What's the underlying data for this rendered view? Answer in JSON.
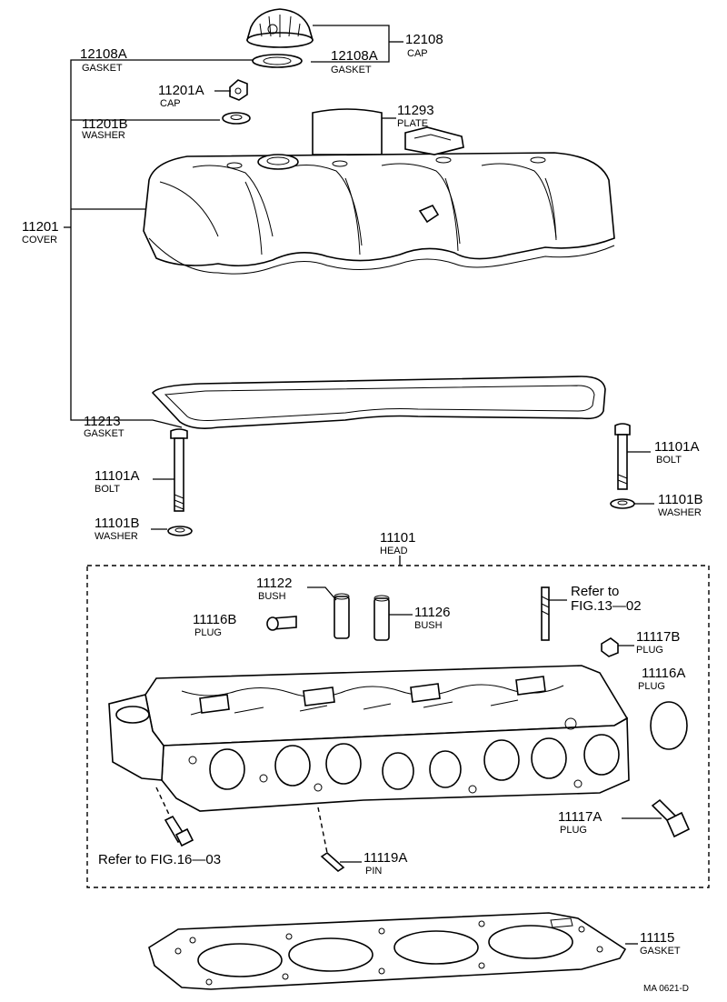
{
  "callouts": {
    "c12108": {
      "number": "12108",
      "label": "CAP"
    },
    "c12108a_left": {
      "number": "12108A",
      "label": "GASKET"
    },
    "c12108a_right": {
      "number": "12108A",
      "label": "GASKET"
    },
    "c11201a": {
      "number": "11201A",
      "label": "CAP"
    },
    "c11201b": {
      "number": "11201B",
      "label": "WASHER"
    },
    "c11293": {
      "number": "11293",
      "label": "PLATE"
    },
    "c11201": {
      "number": "11201",
      "label": "COVER"
    },
    "c11213": {
      "number": "11213",
      "label": "GASKET"
    },
    "c11101a_left": {
      "number": "11101A",
      "label": "BOLT"
    },
    "c11101a_right": {
      "number": "11101A",
      "label": "BOLT"
    },
    "c11101b_left": {
      "number": "11101B",
      "label": "WASHER"
    },
    "c11101b_right": {
      "number": "11101B",
      "label": "WASHER"
    },
    "c11101": {
      "number": "11101",
      "label": "HEAD"
    },
    "c11122": {
      "number": "11122",
      "label": "BUSH"
    },
    "c11126": {
      "number": "11126",
      "label": "BUSH"
    },
    "c11116b": {
      "number": "11116B",
      "label": "PLUG"
    },
    "c11117b": {
      "number": "11117B",
      "label": "PLUG"
    },
    "c11116a": {
      "number": "11116A",
      "label": "PLUG"
    },
    "c11117a": {
      "number": "11117A",
      "label": "PLUG"
    },
    "c11119a": {
      "number": "11119A",
      "label": "PIN"
    },
    "c11115": {
      "number": "11115",
      "label": "GASKET"
    }
  },
  "references": {
    "fig13": {
      "line1": "Refer to",
      "line2": "FIG.13—02"
    },
    "fig16": {
      "text": "Refer to FIG.16—03"
    }
  },
  "footer": {
    "code": "MA 0621-D"
  }
}
